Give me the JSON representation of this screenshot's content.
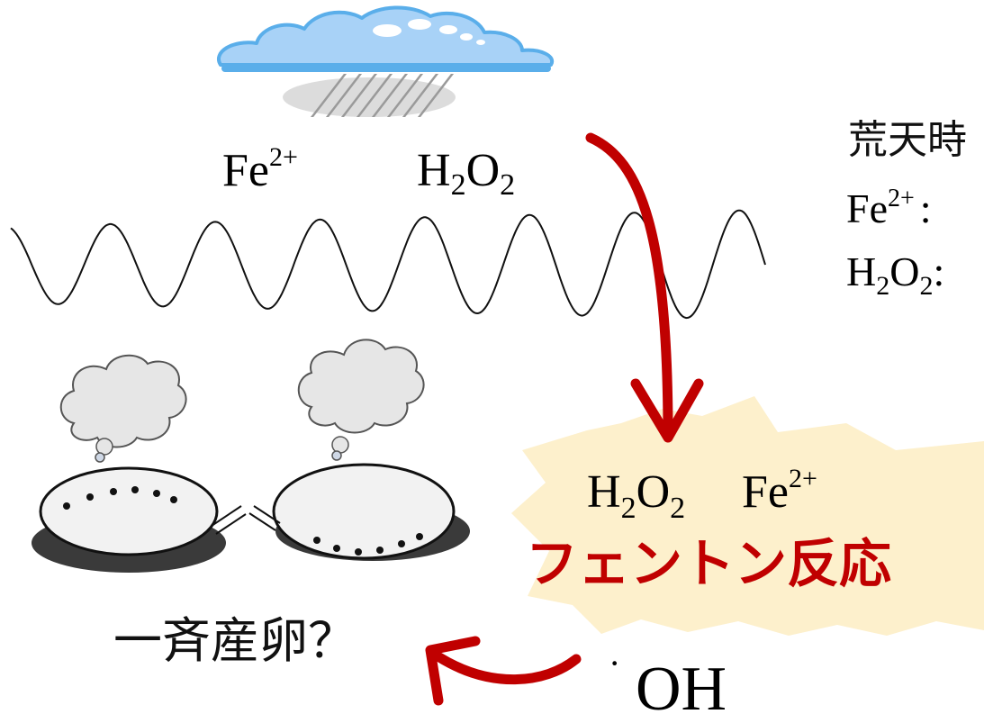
{
  "sky": {
    "fe_label": {
      "base": "Fe",
      "sup": "2+"
    },
    "h2o2_label": {
      "h": "H",
      "sub1": "2",
      "o": "O",
      "sub2": "2"
    }
  },
  "legend": {
    "title": "荒天時",
    "fe_line": {
      "base": "Fe",
      "sup": "2+",
      "sep": ":"
    },
    "h2o2_line": {
      "h": "H",
      "sub1": "2",
      "o": "O",
      "sub2": "2",
      "sep": ":"
    }
  },
  "reaction": {
    "h2o2": {
      "h": "H",
      "sub1": "2",
      "o": "O",
      "sub2": "2"
    },
    "fe": {
      "base": "Fe",
      "sup": "2+"
    },
    "name": "フェントン反応"
  },
  "product": {
    "dot": "·",
    "label": "OH"
  },
  "spawning": {
    "label": "一斉産卵？"
  },
  "colors": {
    "arrow": "#c00000",
    "burst_fill": "#fdf0cc",
    "cloud_fill": "#a8d2f7",
    "cloud_stroke": "#5aaeea",
    "reaction_text": "#c00000"
  }
}
